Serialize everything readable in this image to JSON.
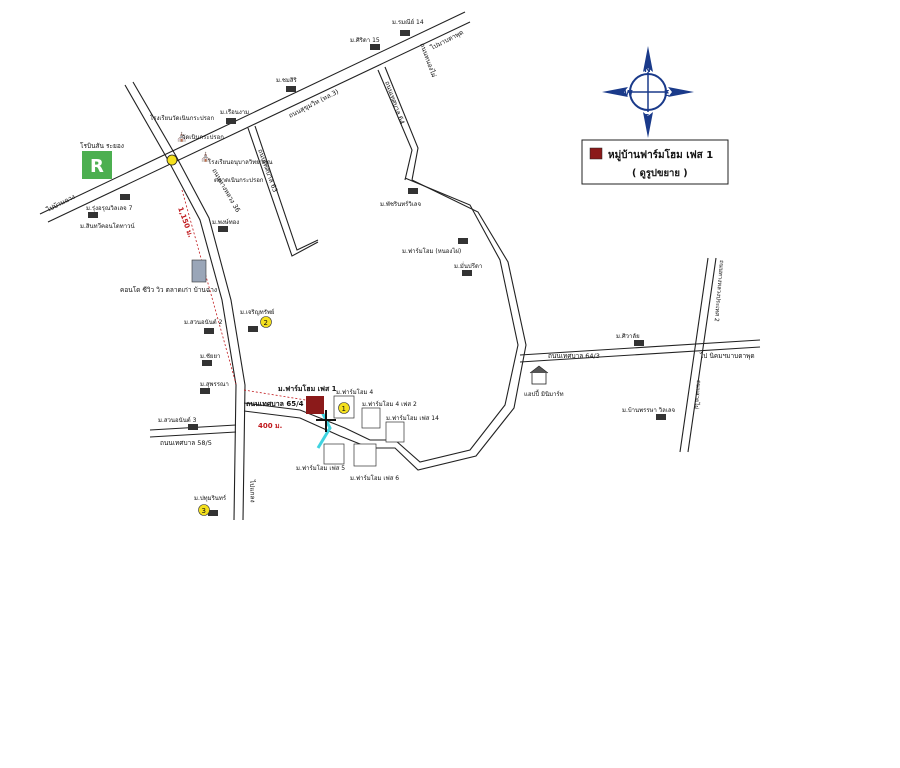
{
  "colors": {
    "road": "#222222",
    "canal": "#3fd3e0",
    "project": "#8b1a1a",
    "dimension": "#c0181c",
    "marker": "#f4e01e",
    "logo_green": "#4caf50",
    "compass_blue": "#1a3a8a"
  },
  "legend": {
    "title": "หมู่บ้านฟาร์มโฮม เฟส 1",
    "subtitle": "( ดูรูปขยาย )"
  },
  "compass": {
    "n": "N",
    "s": "S",
    "e": "E",
    "w": "W"
  },
  "roads": {
    "to_ban_chang": "ไปบ้านฉาง",
    "to_klaeng": "ไปแกลง",
    "sukhumvit": "ถนนสุขุมวิท (ทล.3)",
    "to_map_ta_phut": "ไปมาบตาพุด",
    "to_nikhom": "ไป นิคมฯมาบตาพุด",
    "rd_36": "ถนนทางหลวง 36",
    "rd_thetsaban_64_3": "ถนนเทศบาล 64/3",
    "rd_thetsaban_65_4": "ถนนเทศบาล 65/4",
    "rd_thetsaban_58_5": "ถนนเทศบาล 58/5",
    "rd_thetsaban_63": "ถนนเทศบาล 63",
    "rd_thetsaban_64": "ถนนเทศบาล 64",
    "rd_nong_phai": "ถนนหนองไผ่",
    "rd_saipai": "ถนนสายไผ่",
    "rd_right_vertical": "ถนนทางหลวงประเทศ 2"
  },
  "distances": {
    "d_1150": "1,150 ม.",
    "d_400": "400 ม."
  },
  "places": {
    "robinson": "โรบินสัน ระยอง",
    "ban_rueang_sai": "ม.รมณีย์ 14",
    "ban_siri": "ม.ศิริดา 15",
    "ban_chomsiri": "ม.ชมสิริ",
    "ban_ruanngam": "ม.เรือนงาม",
    "school_pin": "โรงเรียนวัดเนินกระปรอก",
    "wat_noen": "วัดเนินกระปรอก",
    "school_2": "โรงเรียนอนุบาลวิทยาคุณ",
    "market": "ตลาดเนินกระปรอก",
    "ban_rungruang": "ม.รุ่งอรุณวิลเลจ 7",
    "ban_suanthong": "ม.สินทวีคอนโดทาวน์",
    "ban_phongthai": "ม.พงษ์ทอง",
    "condo": "คอนโด ซีวิว วิว ตลาดเก่า บ้านฉาง",
    "ban_charoensin": "ม.เจริญทรัพย์",
    "ban_suan_2": "ม.สวนอนันต์ 2",
    "ban_chaiya": "ม.ชัยยา",
    "ban_supanna": "ม.สุพรรณา",
    "ban_suan_3": "ม.สวนอนันต์ 3",
    "ban_pathumrin": "ม.ปทุมรินทร์",
    "ban_patcharin": "ม.พัชรินทร์วิเลจ",
    "ban_farmhome_nong": "ม.ฟาร์มโฮม (หนองไผ่)",
    "ban_manpree": "ม.มั่นปรีดา",
    "ban_sivasil": "ม.ศิวาลัย",
    "ban_baandee": "แฮปปี้ มินิมาร์ท",
    "ban_baanprapa": "ม.บ้านพรรษา วิลเลจ",
    "fh1": "ม.ฟาร์มโฮม เฟส 1",
    "fh4": "ม.ฟาร์มโฮม 4",
    "fh4_2": "ม.ฟาร์มโฮม 4 เฟส 2",
    "fh14": "ม.ฟาร์มโฮม เฟส 14",
    "fh5": "ม.ฟาร์มโฮม เฟส 5",
    "fh6": "ม.ฟาร์มโฮม เฟส 6"
  },
  "markers": {
    "m1": "1",
    "m2": "2",
    "m3": "3"
  }
}
